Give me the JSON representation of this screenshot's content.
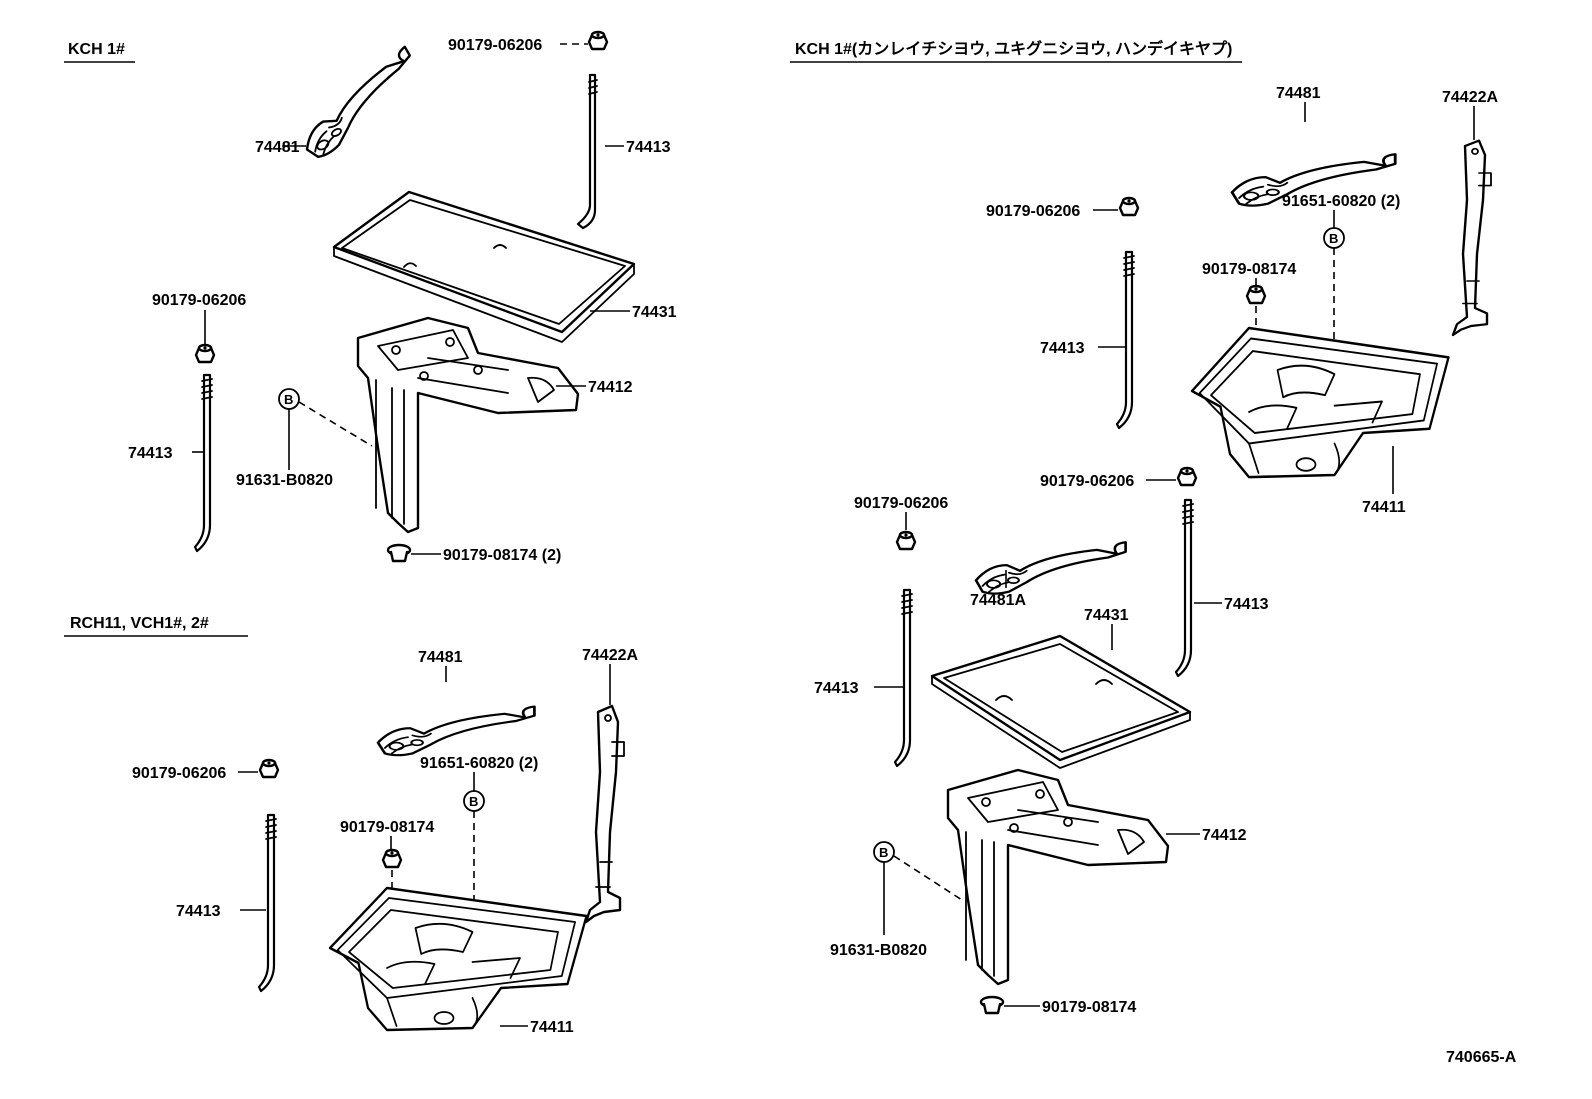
{
  "sections": {
    "kch1": "KCH 1#",
    "rch_vch": "RCH11, VCH1#, 2#",
    "kch1_jp": "KCH 1#(カンレイチシヨウ, ユキグニシヨウ, ハンデイキヤプ)"
  },
  "badge_letter": "B",
  "part_numbers": {
    "p90179_06206": "90179-06206",
    "p74413": "74413",
    "p74481": "74481",
    "p74481A": "74481A",
    "p74431": "74431",
    "p74412": "74412",
    "p74411": "74411",
    "p74422A": "74422A",
    "p91631_B0820": "91631-B0820",
    "p90179_08174": "90179-08174",
    "p90179_08174_2": "90179-08174 (2)",
    "p91651_60820_2": "91651-60820 (2)"
  },
  "figure_id": "740665-A"
}
